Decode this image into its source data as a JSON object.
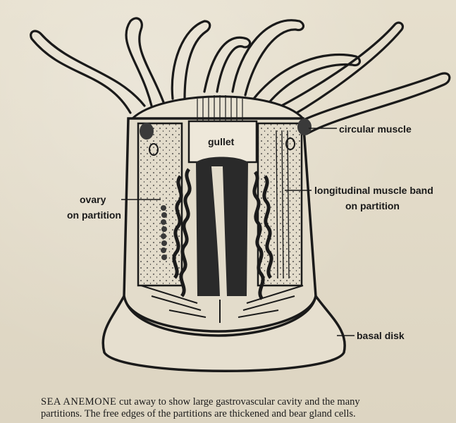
{
  "labels": {
    "gullet": "gullet",
    "circular_muscle": "circular muscle",
    "ovary_line1": "ovary",
    "ovary_line2": "on partition",
    "longitudinal_line1": "longitudinal muscle band",
    "longitudinal_line2": "on partition",
    "basal_disk": "basal disk"
  },
  "caption": {
    "lead": "SEA ANEMONE",
    "text_line1": " cut away to show large gastrovascular cavity and the many",
    "text_line2": "partitions. The free edges of the partitions are thickened and bear gland cells."
  }
}
